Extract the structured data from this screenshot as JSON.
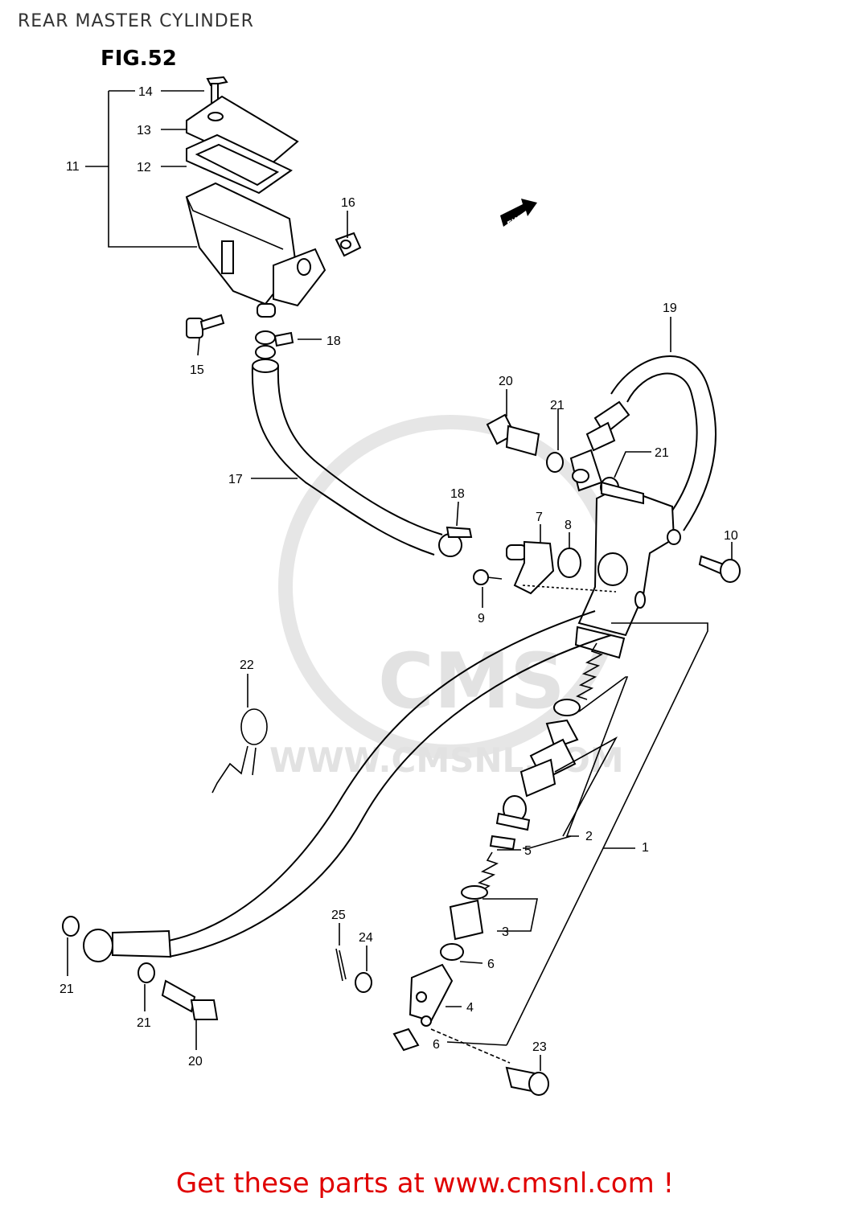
{
  "header": {
    "title": "REAR MASTER CYLINDER",
    "figure": "FIG.52"
  },
  "watermark": {
    "main": "CMS",
    "url": "WWW.CMSNL.COM"
  },
  "fwd_label": "FWD",
  "callouts": {
    "c1": "1",
    "c2": "2",
    "c3": "3",
    "c4": "4",
    "c5": "5",
    "c6a": "6",
    "c6b": "6",
    "c7": "7",
    "c8": "8",
    "c9": "9",
    "c10": "10",
    "c11": "11",
    "c12": "12",
    "c13": "13",
    "c14": "14",
    "c15": "15",
    "c16": "16",
    "c17": "17",
    "c18a": "18",
    "c18b": "18",
    "c19": "19",
    "c20a": "20",
    "c20b": "20",
    "c21a": "21",
    "c21b": "21",
    "c21c": "21",
    "c21d": "21",
    "c22": "22",
    "c23": "23",
    "c24": "24",
    "c25": "25"
  },
  "footer": {
    "link_text": "Get these parts at www.cmsnl.com !"
  }
}
